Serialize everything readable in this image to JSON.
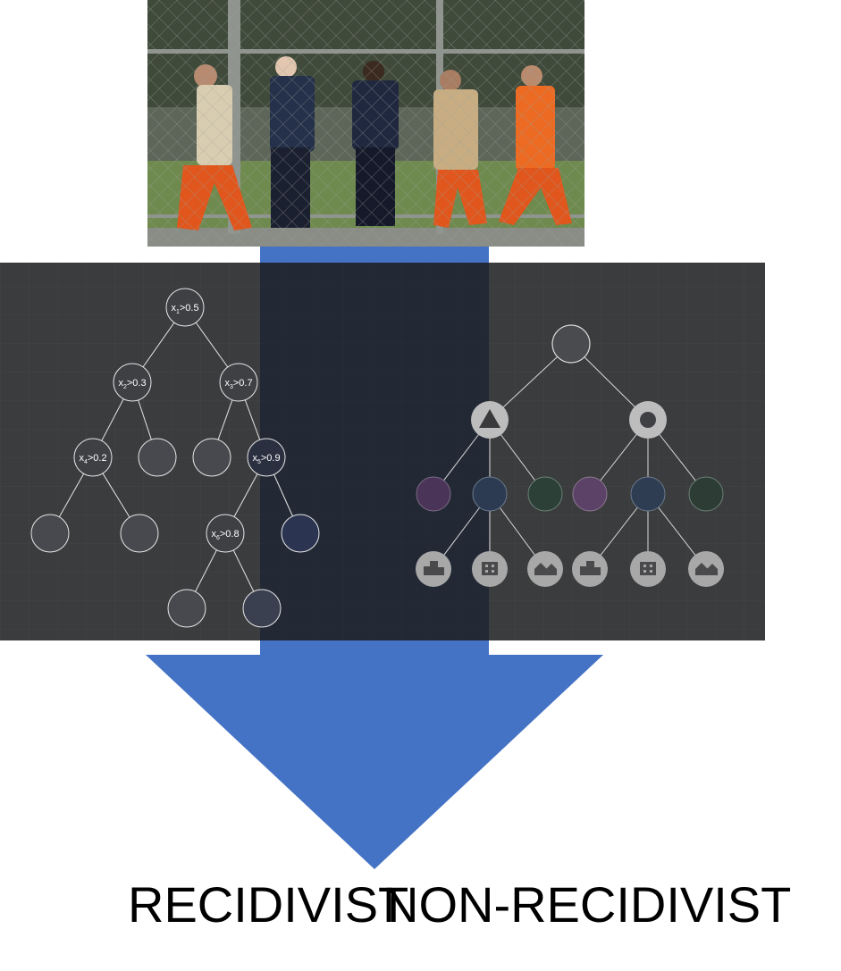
{
  "colors": {
    "arrow": "#4472C4",
    "panel": "#3b3c3e",
    "photo_sky": "#5f6a5b",
    "inmate_orange": "#e0561c"
  },
  "tree": {
    "splits": [
      {
        "var": "x",
        "sub": "1",
        "cond": ">0.5"
      },
      {
        "var": "x",
        "sub": "2",
        "cond": ">0.3"
      },
      {
        "var": "x",
        "sub": "3",
        "cond": ">0.7"
      },
      {
        "var": "x",
        "sub": "4",
        "cond": ">0.2"
      },
      {
        "var": "x",
        "sub": "5",
        "cond": ">0.9"
      },
      {
        "var": "x",
        "sub": "6",
        "cond": ">0.8"
      }
    ]
  },
  "tree_icons": {
    "root": "empty-circle-icon",
    "group_a": "triangle-icon",
    "group_b": "ring-icon",
    "leaves": [
      "city-icon",
      "office-building-icon",
      "houses-icon",
      "city-icon",
      "office-building-icon",
      "houses-icon"
    ]
  },
  "labels": {
    "left": "RECIDIVIST",
    "right": "NON-RECIDIVIST"
  }
}
